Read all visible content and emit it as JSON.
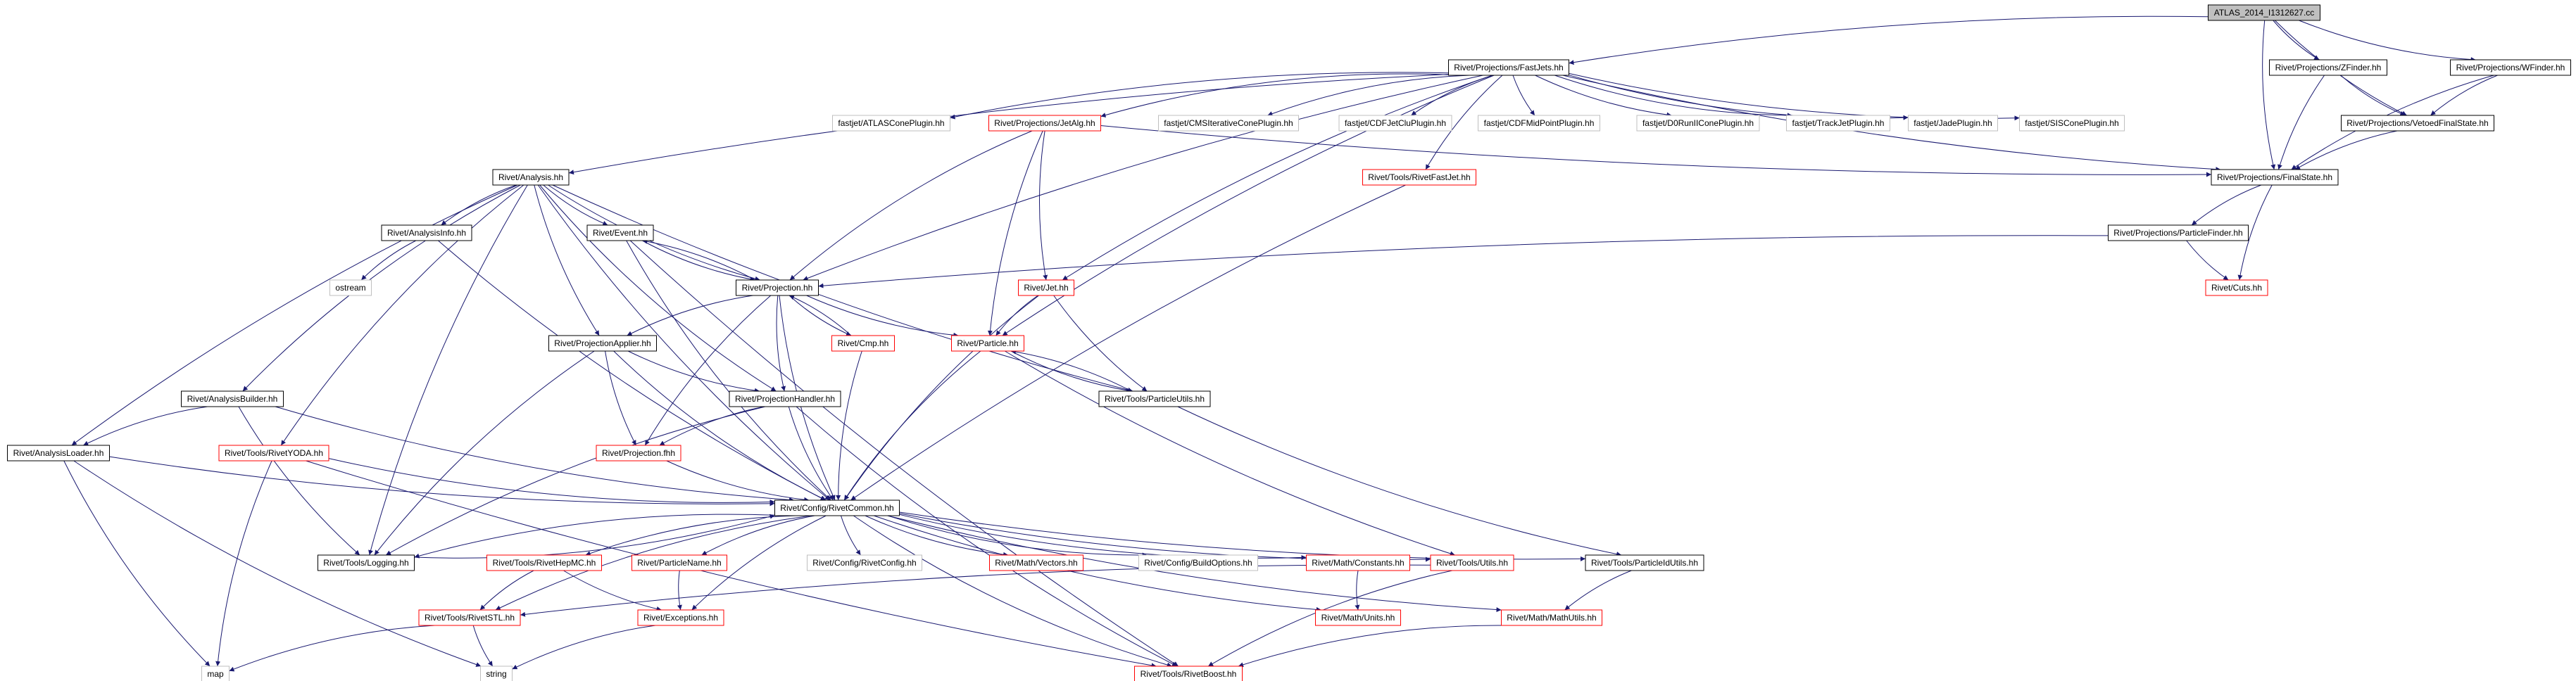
{
  "colors": {
    "background": "#ffffff",
    "edge": "#191970",
    "default_border": "#000000",
    "header_border": "#bfbfbf",
    "header_fill": "#bfbfbf",
    "external_border": "#bfbfbf",
    "red_border": "#ff0000"
  },
  "nodes": [
    {
      "id": "root",
      "label": "ATLAS_2014_I1312627.cc",
      "style": "header"
    },
    {
      "id": "fastjets",
      "label": "Rivet/Projections/FastJets.hh",
      "style": "default"
    },
    {
      "id": "zfinder",
      "label": "Rivet/Projections/ZFinder.hh",
      "style": "default"
    },
    {
      "id": "wfinder",
      "label": "Rivet/Projections/WFinder.hh",
      "style": "default"
    },
    {
      "id": "vetoedfs",
      "label": "Rivet/Projections/VetoedFinalState.hh",
      "style": "default"
    },
    {
      "id": "fj_atlascone",
      "label": "fastjet/ATLASConePlugin.hh",
      "style": "external"
    },
    {
      "id": "rp_jetalg",
      "label": "Rivet/Projections/JetAlg.hh",
      "style": "red"
    },
    {
      "id": "fj_cmsicone",
      "label": "fastjet/CMSIterativeConePlugin.hh",
      "style": "external"
    },
    {
      "id": "fj_cdfjetclu",
      "label": "fastjet/CDFJetCluPlugin.hh",
      "style": "external"
    },
    {
      "id": "fj_cdfmidpoint",
      "label": "fastjet/CDFMidPointPlugin.hh",
      "style": "external"
    },
    {
      "id": "fj_d0run",
      "label": "fastjet/D0RunIIConePlugin.hh",
      "style": "external"
    },
    {
      "id": "fj_trackjet",
      "label": "fastjet/TrackJetPlugin.hh",
      "style": "external"
    },
    {
      "id": "fj_jade",
      "label": "fastjet/JadePlugin.hh",
      "style": "external"
    },
    {
      "id": "fj_siscone",
      "label": "fastjet/SISConePlugin.hh",
      "style": "external"
    },
    {
      "id": "finalstate",
      "label": "Rivet/Projections/FinalState.hh",
      "style": "default"
    },
    {
      "id": "analysis",
      "label": "Rivet/Analysis.hh",
      "style": "default"
    },
    {
      "id": "rivetfastjet",
      "label": "Rivet/Tools/RivetFastJet.hh",
      "style": "red"
    },
    {
      "id": "particlefinder",
      "label": "Rivet/Projections/ParticleFinder.hh",
      "style": "default"
    },
    {
      "id": "event",
      "label": "Rivet/Event.hh",
      "style": "default"
    },
    {
      "id": "analysisinfo",
      "label": "Rivet/AnalysisInfo.hh",
      "style": "default"
    },
    {
      "id": "ostream",
      "label": "ostream",
      "style": "external"
    },
    {
      "id": "projection",
      "label": "Rivet/Projection.hh",
      "style": "default"
    },
    {
      "id": "jet",
      "label": "Rivet/Jet.hh",
      "style": "red"
    },
    {
      "id": "cuts",
      "label": "Rivet/Cuts.hh",
      "style": "red"
    },
    {
      "id": "cmp",
      "label": "Rivet/Cmp.hh",
      "style": "red"
    },
    {
      "id": "particle",
      "label": "Rivet/Particle.hh",
      "style": "red"
    },
    {
      "id": "projapplier",
      "label": "Rivet/ProjectionApplier.hh",
      "style": "default"
    },
    {
      "id": "analysisbuilder",
      "label": "Rivet/AnalysisBuilder.hh",
      "style": "default"
    },
    {
      "id": "particleutils",
      "label": "Rivet/Tools/ParticleUtils.hh",
      "style": "default"
    },
    {
      "id": "projhandler",
      "label": "Rivet/ProjectionHandler.hh",
      "style": "default"
    },
    {
      "id": "analysisloader",
      "label": "Rivet/AnalysisLoader.hh",
      "style": "default"
    },
    {
      "id": "rivetyoda",
      "label": "Rivet/Tools/RivetYODA.hh",
      "style": "red"
    },
    {
      "id": "projectionfhh",
      "label": "Rivet/Projection.fhh",
      "style": "red"
    },
    {
      "id": "rivetcommon",
      "label": "Rivet/Config/RivetCommon.hh",
      "style": "default"
    },
    {
      "id": "logging",
      "label": "Rivet/Tools/Logging.hh",
      "style": "default"
    },
    {
      "id": "rivethepmc",
      "label": "Rivet/Tools/RivetHepMC.hh",
      "style": "red"
    },
    {
      "id": "particlename",
      "label": "Rivet/ParticleName.hh",
      "style": "red"
    },
    {
      "id": "rivetconfig",
      "label": "Rivet/Config/RivetConfig.hh",
      "style": "external"
    },
    {
      "id": "mathvectors",
      "label": "Rivet/Math/Vectors.hh",
      "style": "red"
    },
    {
      "id": "buildoptions",
      "label": "Rivet/Config/BuildOptions.hh",
      "style": "external"
    },
    {
      "id": "mathconstants",
      "label": "Rivet/Math/Constants.hh",
      "style": "red"
    },
    {
      "id": "toolsutils",
      "label": "Rivet/Tools/Utils.hh",
      "style": "red"
    },
    {
      "id": "particleidutils",
      "label": "Rivet/Tools/ParticleIdUtils.hh",
      "style": "default"
    },
    {
      "id": "rivetstl",
      "label": "Rivet/Tools/RivetSTL.hh",
      "style": "red"
    },
    {
      "id": "exceptions",
      "label": "Rivet/Exceptions.hh",
      "style": "red"
    },
    {
      "id": "mathunits",
      "label": "Rivet/Math/Units.hh",
      "style": "red"
    },
    {
      "id": "mathutils",
      "label": "Rivet/Math/MathUtils.hh",
      "style": "red"
    },
    {
      "id": "map",
      "label": "map",
      "style": "external"
    },
    {
      "id": "string",
      "label": "string",
      "style": "external"
    },
    {
      "id": "rivetboost",
      "label": "Rivet/Tools/RivetBoost.hh",
      "style": "red"
    }
  ],
  "edges": [
    [
      "root",
      "fastjets"
    ],
    [
      "root",
      "zfinder"
    ],
    [
      "root",
      "wfinder"
    ],
    [
      "root",
      "vetoedfs"
    ],
    [
      "root",
      "finalstate"
    ],
    [
      "fastjets",
      "analysis"
    ],
    [
      "fastjets",
      "fj_atlascone"
    ],
    [
      "fastjets",
      "rp_jetalg"
    ],
    [
      "fastjets",
      "fj_cmsicone"
    ],
    [
      "fastjets",
      "fj_cdfjetclu"
    ],
    [
      "fastjets",
      "fj_cdfmidpoint"
    ],
    [
      "fastjets",
      "fj_d0run"
    ],
    [
      "fastjets",
      "fj_trackjet"
    ],
    [
      "fastjets",
      "fj_jade"
    ],
    [
      "fastjets",
      "fj_siscone"
    ],
    [
      "fastjets",
      "finalstate"
    ],
    [
      "fastjets",
      "rivetfastjet"
    ],
    [
      "fastjets",
      "projection"
    ],
    [
      "fastjets",
      "jet"
    ],
    [
      "fastjets",
      "particle"
    ],
    [
      "zfinder",
      "vetoedfs"
    ],
    [
      "zfinder",
      "finalstate"
    ],
    [
      "wfinder",
      "vetoedfs"
    ],
    [
      "wfinder",
      "finalstate"
    ],
    [
      "vetoedfs",
      "finalstate"
    ],
    [
      "rp_jetalg",
      "projection"
    ],
    [
      "rp_jetalg",
      "jet"
    ],
    [
      "rp_jetalg",
      "particle"
    ],
    [
      "rp_jetalg",
      "finalstate"
    ],
    [
      "finalstate",
      "particlefinder"
    ],
    [
      "finalstate",
      "cuts"
    ],
    [
      "particlefinder",
      "projection"
    ],
    [
      "particlefinder",
      "cuts"
    ],
    [
      "rivetfastjet",
      "rivetcommon"
    ],
    [
      "analysis",
      "analysisinfo"
    ],
    [
      "analysis",
      "event"
    ],
    [
      "analysis",
      "projection"
    ],
    [
      "analysis",
      "projapplier"
    ],
    [
      "analysis",
      "projhandler"
    ],
    [
      "analysis",
      "analysisbuilder"
    ],
    [
      "analysis",
      "analysisloader"
    ],
    [
      "analysis",
      "rivetyoda"
    ],
    [
      "analysis",
      "rivetcommon"
    ],
    [
      "analysis",
      "logging"
    ],
    [
      "analysis",
      "particleutils"
    ],
    [
      "analysisinfo",
      "ostream"
    ],
    [
      "analysisinfo",
      "rivetcommon"
    ],
    [
      "event",
      "projection"
    ],
    [
      "event",
      "rivetcommon"
    ],
    [
      "event",
      "rivetboost"
    ],
    [
      "projection",
      "event"
    ],
    [
      "projection",
      "cmp"
    ],
    [
      "projection",
      "projapplier"
    ],
    [
      "projection",
      "projhandler"
    ],
    [
      "projection",
      "projectionfhh"
    ],
    [
      "projection",
      "rivetcommon"
    ],
    [
      "projection",
      "particle"
    ],
    [
      "cmp",
      "projection"
    ],
    [
      "cmp",
      "rivetcommon"
    ],
    [
      "jet",
      "particle"
    ],
    [
      "jet",
      "particleutils"
    ],
    [
      "jet",
      "rivetcommon"
    ],
    [
      "particle",
      "particleutils"
    ],
    [
      "particle",
      "rivetcommon"
    ],
    [
      "particle",
      "toolsutils"
    ],
    [
      "particleutils",
      "particle"
    ],
    [
      "particleutils",
      "particleidutils"
    ],
    [
      "projapplier",
      "projhandler"
    ],
    [
      "projapplier",
      "projectionfhh"
    ],
    [
      "projapplier",
      "rivetcommon"
    ],
    [
      "projapplier",
      "logging"
    ],
    [
      "projhandler",
      "projectionfhh"
    ],
    [
      "projhandler",
      "rivetcommon"
    ],
    [
      "projhandler",
      "logging"
    ],
    [
      "projhandler",
      "rivetboost"
    ],
    [
      "analysisbuilder",
      "analysisloader"
    ],
    [
      "analysisbuilder",
      "rivetcommon"
    ],
    [
      "analysisbuilder",
      "logging"
    ],
    [
      "analysisloader",
      "rivetcommon"
    ],
    [
      "analysisloader",
      "map"
    ],
    [
      "analysisloader",
      "string"
    ],
    [
      "rivetyoda",
      "rivetcommon"
    ],
    [
      "rivetyoda",
      "map"
    ],
    [
      "rivetyoda",
      "rivetboost"
    ],
    [
      "projectionfhh",
      "rivetcommon"
    ],
    [
      "rivetcommon",
      "logging"
    ],
    [
      "rivetcommon",
      "rivethepmc"
    ],
    [
      "rivetcommon",
      "particlename"
    ],
    [
      "rivetcommon",
      "rivetconfig"
    ],
    [
      "rivetcommon",
      "mathvectors"
    ],
    [
      "rivetcommon",
      "buildoptions"
    ],
    [
      "rivetcommon",
      "mathconstants"
    ],
    [
      "rivetcommon",
      "toolsutils"
    ],
    [
      "rivetcommon",
      "particleidutils"
    ],
    [
      "rivetcommon",
      "rivetstl"
    ],
    [
      "rivetcommon",
      "exceptions"
    ],
    [
      "rivetcommon",
      "mathunits"
    ],
    [
      "rivetcommon",
      "mathutils"
    ],
    [
      "rivetcommon",
      "rivetboost"
    ],
    [
      "logging",
      "rivetcommon"
    ],
    [
      "rivethepmc",
      "rivetstl"
    ],
    [
      "rivethepmc",
      "exceptions"
    ],
    [
      "particlename",
      "exceptions"
    ],
    [
      "mathconstants",
      "mathunits"
    ],
    [
      "toolsutils",
      "rivetstl"
    ],
    [
      "toolsutils",
      "rivetboost"
    ],
    [
      "particleidutils",
      "mathutils"
    ],
    [
      "mathutils",
      "rivetboost"
    ],
    [
      "rivetstl",
      "map"
    ],
    [
      "rivetstl",
      "string"
    ],
    [
      "exceptions",
      "string"
    ]
  ]
}
